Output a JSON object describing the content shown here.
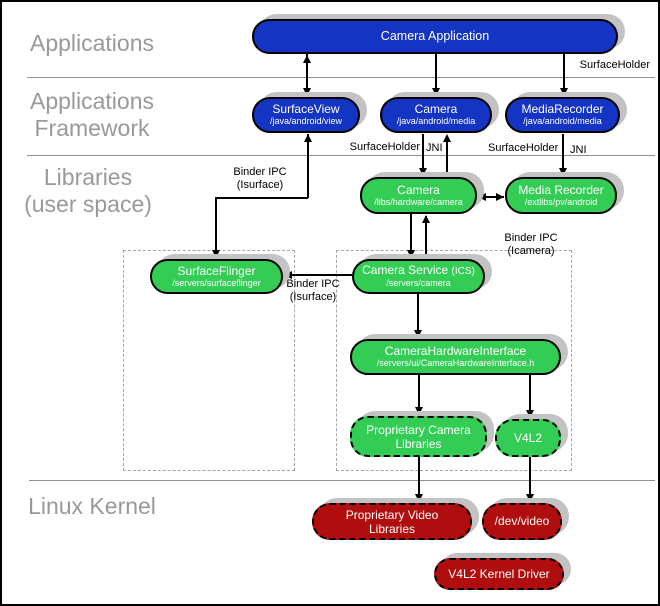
{
  "colors": {
    "blue": "#1434C4",
    "green": "#33CC55",
    "red": "#B00E0E",
    "shadow": "#C3C3C3",
    "label": "#999999"
  },
  "layers": {
    "applications": "Applications",
    "framework_1": "Applications",
    "framework_2": "Framework",
    "libraries_1": "Libraries",
    "libraries_2": "(user space)",
    "kernel": "Linux Kernel"
  },
  "nodes": {
    "camera_application": {
      "title": "Camera Application"
    },
    "surfaceview": {
      "title": "SurfaceView",
      "path": "/java/android/view"
    },
    "camera_java": {
      "title": "Camera",
      "path": "/java/android/media"
    },
    "mediarecorder_java": {
      "title": "MediaRecorder",
      "path": "/java/android/media"
    },
    "camera_lib": {
      "title": "Camera",
      "path": "/libs/hardware/camera"
    },
    "media_recorder_lib": {
      "title": "Media Recorder",
      "path": "/extlibs/pv/android"
    },
    "surfaceflinger": {
      "title": "SurfaceFlinger",
      "path": "/servers/surfaceflinger"
    },
    "camera_service": {
      "title": "Camera Service",
      "title_suffix": "(ICS)",
      "path": "/servers/camera"
    },
    "camera_hardware_interface": {
      "title": "CameraHardwareInterface",
      "path": "/servers/ui/CameraHardwareInterface.h"
    },
    "proprietary_camera_libraries": {
      "title": "Proprietary Camera Libraries"
    },
    "v4l2": {
      "title": "V4L2"
    },
    "proprietary_video_libraries": {
      "title": "Proprietary Video Libraries"
    },
    "dev_video": {
      "title": "/dev/video"
    },
    "v4l2_kernel_driver": {
      "title": "V4L2 Kernel Driver"
    }
  },
  "edge_labels": {
    "surfaceholder_top": "SurfaceHolder",
    "binder_ipc_1": "Binder IPC",
    "isurface_1": "(Isurface)",
    "surfaceholder_camera": "SurfaceHolder",
    "jni_camera": "JNI",
    "surfaceholder_mediarecorder": "SurfaceHolder",
    "jni_mediarecorder": "JNI",
    "binder_ipc_2": "Binder IPC",
    "isurface_2": "(Isurface)",
    "binder_ipc_3": "Binder IPC",
    "icamera": "(Icamera)"
  }
}
